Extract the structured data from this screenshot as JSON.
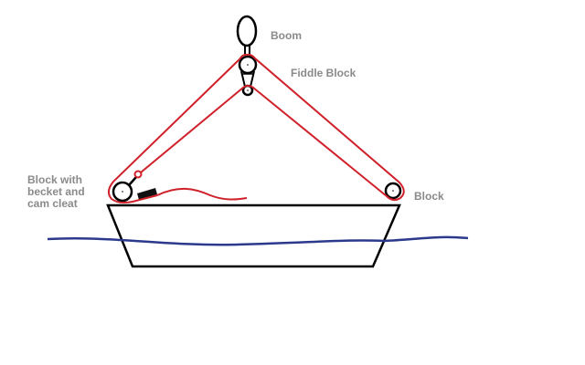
{
  "labels": {
    "boom": "Boom",
    "fiddle_block": "Fiddle Block",
    "block": "Block",
    "becket_block": [
      "Block with",
      "becket and",
      "cam cleat"
    ]
  },
  "colors": {
    "line": "#d0202a",
    "outline": "#000000",
    "water": "#2b3a8c",
    "label": "#8a8a8a"
  }
}
